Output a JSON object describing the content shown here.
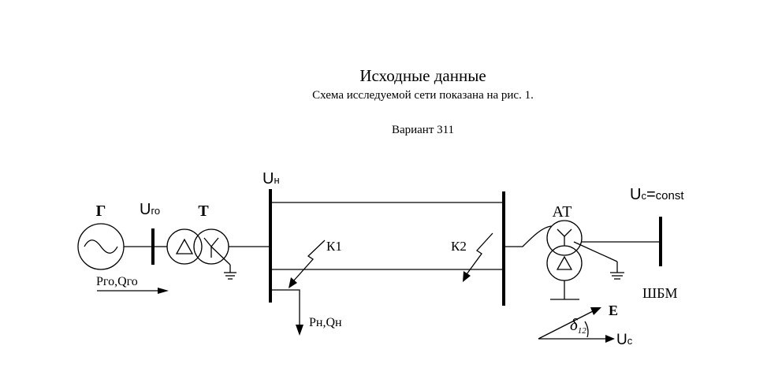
{
  "header": {
    "title": "Исходные данные",
    "subtitle": "Схема исследуемой сети показана на рис. 1.",
    "variant": "Вариант 311"
  },
  "diagram": {
    "generator_label": "Г",
    "generator_voltage_U": "U",
    "generator_voltage_sub": "го",
    "transformer_label": "Т",
    "generator_power_label": "Pго,Qго",
    "load_bus_U": "U",
    "load_bus_sub": "н",
    "fault_k1": "К1",
    "fault_k2": "К2",
    "load_power_label": "Pн,Qн",
    "autotransformer_label": "АТ",
    "system_voltage_U": "U",
    "system_voltage_sub": "с",
    "system_voltage_eq": "=",
    "system_voltage_const": "const",
    "infinite_bus_label": "ШБМ",
    "phasor_E": "E",
    "phasor_delta": "δ",
    "phasor_delta_sub": "12",
    "phasor_Uc_U": "U",
    "phasor_Uc_sub": "c"
  }
}
